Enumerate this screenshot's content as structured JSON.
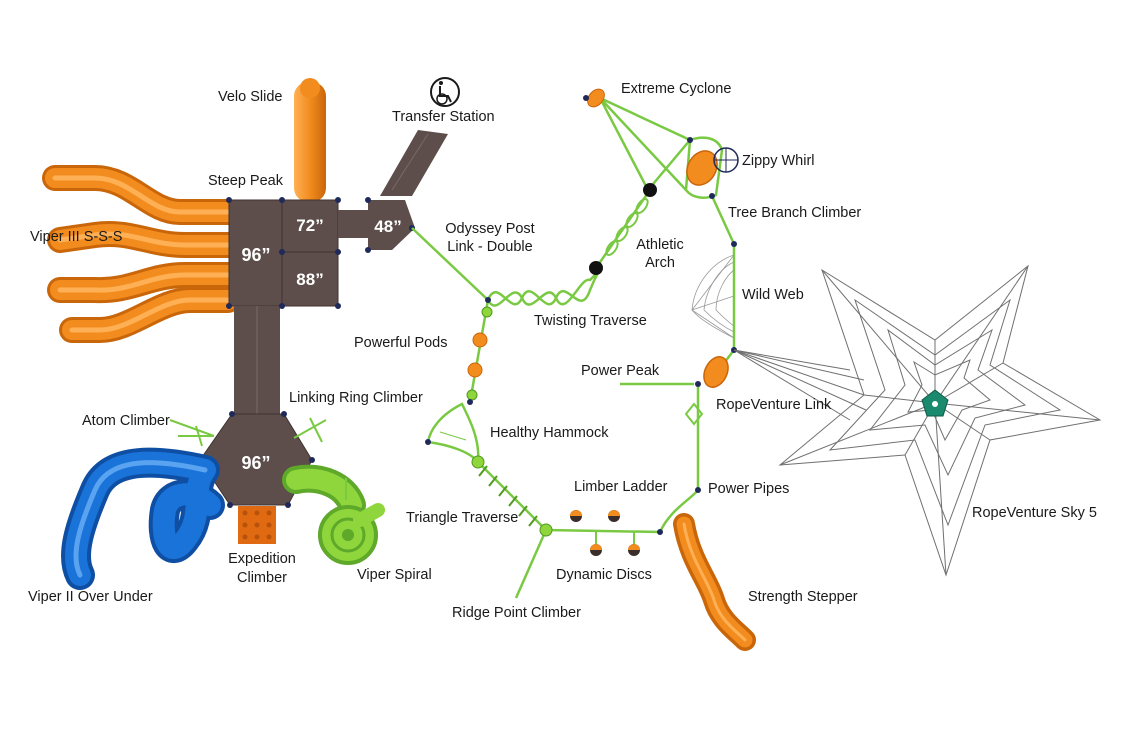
{
  "labels": {
    "velo_slide": "Velo Slide",
    "transfer_station": "Transfer Station",
    "steep_peak": "Steep Peak",
    "viper_sss": "Viper III S-S-S",
    "odyssey_line1": "Odyssey Post",
    "odyssey_line2": "Link - Double",
    "athletic_line1": "Athletic",
    "athletic_line2": "Arch",
    "extreme_cyclone": "Extreme Cyclone",
    "zippy_whirl": "Zippy Whirl",
    "tree_branch": "Tree Branch Climber",
    "wild_web": "Wild Web",
    "twisting_traverse": "Twisting Traverse",
    "powerful_pods": "Powerful Pods",
    "power_peak": "Power Peak",
    "ropeventure_link": "RopeVenture Link",
    "linking_ring": "Linking Ring Climber",
    "atom_climber": "Atom Climber",
    "healthy_hammock": "Healthy Hammock",
    "limber_ladder": "Limber Ladder",
    "power_pipes": "Power Pipes",
    "triangle_traverse": "Triangle Traverse",
    "expedition_line1": "Expedition",
    "expedition_line2": "Climber",
    "viper_spiral": "Viper Spiral",
    "dynamic_discs": "Dynamic Discs",
    "viper_over_under": "Viper II Over Under",
    "ridge_point": "Ridge Point Climber",
    "strength_stepper": "Strength Stepper",
    "ropeventure_sky": "RopeVenture Sky 5"
  },
  "decks": {
    "d96_top": "96”",
    "d72": "72”",
    "d88": "88”",
    "d48": "48”",
    "d96_hex": "96”"
  },
  "colors": {
    "orange": "#f28c1e",
    "orange_dark": "#c9660a",
    "deck": "#5d4e4b",
    "green": "#7ac943",
    "green_dark": "#4f9a1f",
    "blue": "#1a73d9",
    "blue_dark": "#0f4fa3",
    "lime": "#8fd63c",
    "net": "#7b7b7b",
    "teal": "#1a8a6e"
  },
  "icons": {
    "accessibility": "wheelchair-icon"
  }
}
